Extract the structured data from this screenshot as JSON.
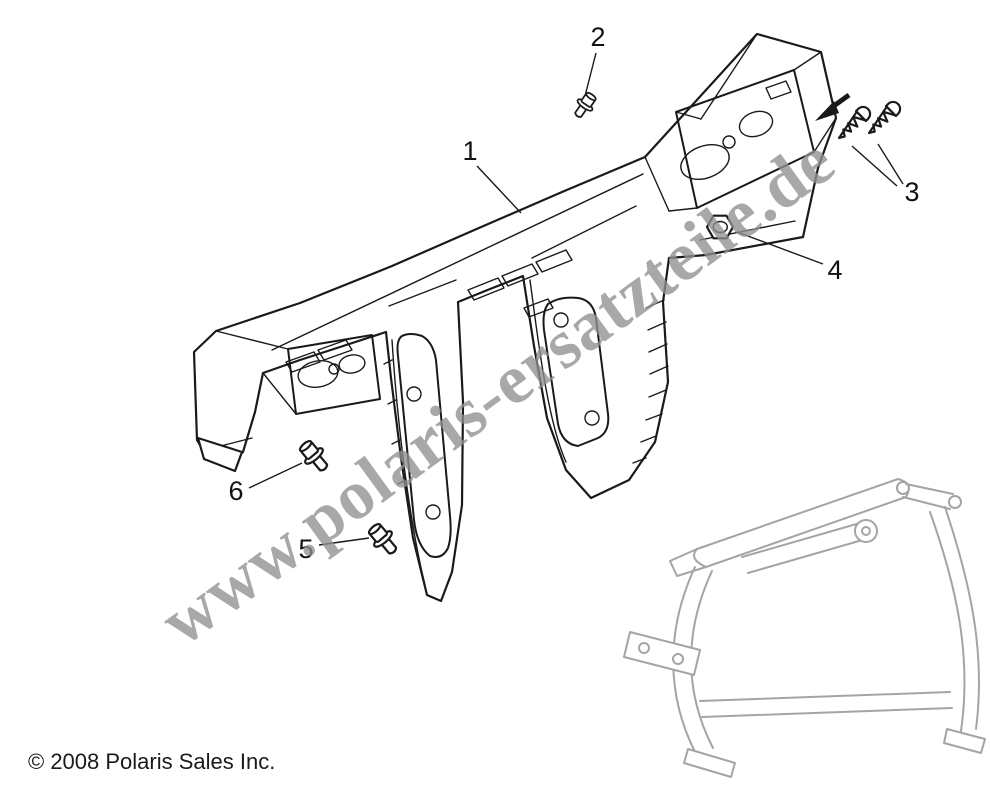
{
  "page": {
    "background_color": "#ffffff",
    "copyright_text": "© 2008 Polaris Sales Inc."
  },
  "watermark": {
    "text": "www.polaris-ersatzteile.de",
    "color": "#909090"
  },
  "diagram": {
    "line_color": "#1a1a1a",
    "reference_outline_color": "#a4a4a4",
    "callouts": [
      {
        "label": "1"
      },
      {
        "label": "2"
      },
      {
        "label": "3"
      },
      {
        "label": "4"
      },
      {
        "label": "5"
      },
      {
        "label": "6"
      }
    ]
  }
}
